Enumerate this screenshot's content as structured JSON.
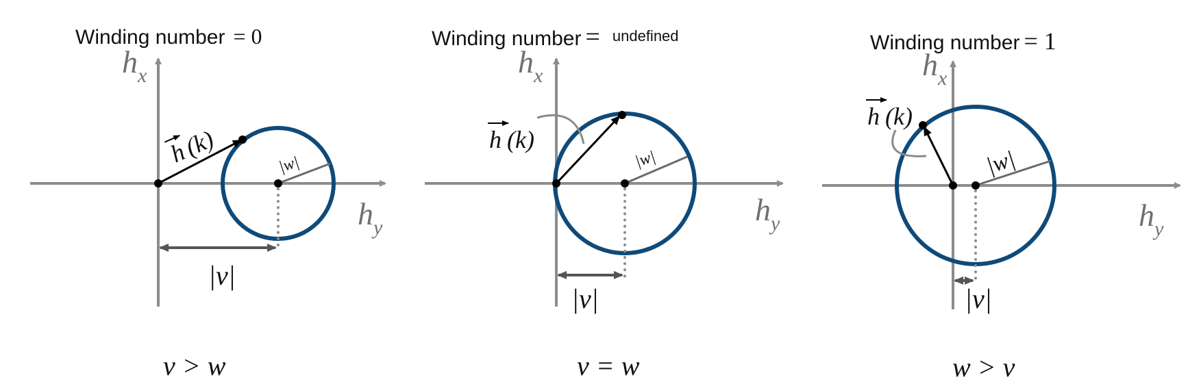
{
  "panels": [
    {
      "title_text": "Winding number",
      "title_sign": "= 0",
      "axis_vertical": "h",
      "axis_vertical_sub": "x",
      "axis_horizontal": "h",
      "axis_horizontal_sub": "y",
      "vector_label": "h",
      "vector_arg": "(k)",
      "radius_label": "|w|",
      "distance_label": "|v|",
      "condition": "v > w"
    },
    {
      "title_text": "Winding number",
      "title_sign": "=",
      "title_value": "undefined",
      "axis_vertical": "h",
      "axis_vertical_sub": "x",
      "axis_horizontal": "h",
      "axis_horizontal_sub": "y",
      "vector_label": "h",
      "vector_arg": "(k)",
      "radius_label": "|w|",
      "distance_label": "|v|",
      "condition": "v = w"
    },
    {
      "title_text": "Winding number",
      "title_sign": "= 1",
      "axis_vertical": "h",
      "axis_vertical_sub": "x",
      "axis_horizontal": "h",
      "axis_horizontal_sub": "y",
      "vector_label": "h",
      "vector_arg": "(k)",
      "radius_label": "|w|",
      "distance_label": "|v|",
      "condition": "w > v"
    }
  ],
  "colors": {
    "circle": "#0e4a7a",
    "axes": "#8c8c8c",
    "vector": "#000000",
    "radius": "#6a6a6a"
  }
}
